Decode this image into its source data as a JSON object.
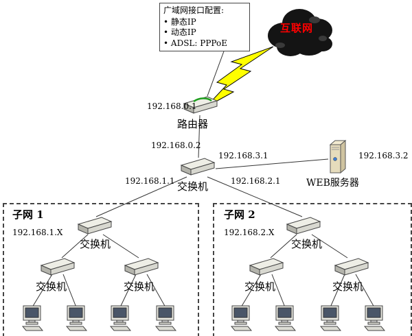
{
  "callout": {
    "title": "广域网接口配置:",
    "items": [
      "静态IP",
      "动态IP",
      "ADSL: PPPoE"
    ]
  },
  "internet": {
    "label": "互联网"
  },
  "router": {
    "label": "路由器",
    "ip": "192.168.0.1"
  },
  "core_switch": {
    "label": "交换机",
    "uplink_ip": "192.168.0.2",
    "web_link_ip": "192.168.3.1",
    "subnet1_link_ip": "192.168.1.1",
    "subnet2_link_ip": "192.168.2.1"
  },
  "web_server": {
    "label": "WEB服务器",
    "ip": "192.168.3.2"
  },
  "subnets": [
    {
      "title": "子网 1",
      "ip_range": "192.168.1.X",
      "top_switch": "交换机",
      "left_switch": "交换机",
      "right_switch": "交换机"
    },
    {
      "title": "子网 2",
      "ip_range": "192.168.2.X",
      "top_switch": "交换机",
      "left_switch": "交换机",
      "right_switch": "交换机"
    }
  ],
  "colors": {
    "internet_label": "#ff0000",
    "lightning": "#ffff00",
    "line": "#333333"
  }
}
